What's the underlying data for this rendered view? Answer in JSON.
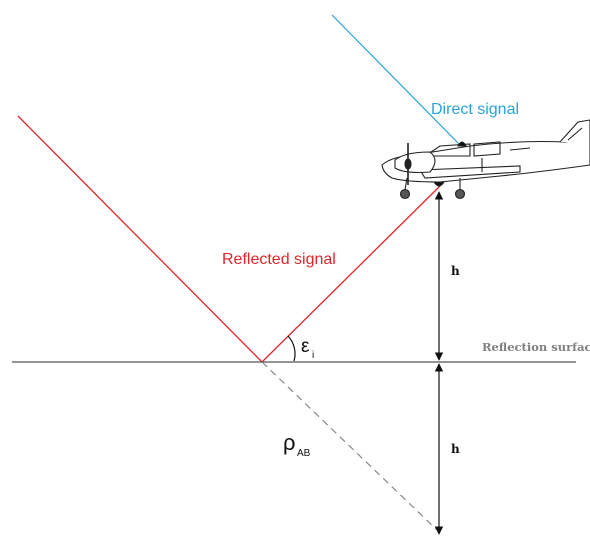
{
  "labels": {
    "direct_signal": "Direct signal",
    "reflected_signal": "Reflected signal",
    "reflection_surface": "Reflection surface",
    "height_upper": "h",
    "height_lower": "h",
    "angle_symbol": "ε",
    "angle_subscript": "i",
    "path_symbol": "ρ",
    "path_subscript": "AB"
  },
  "colors": {
    "direct_signal": "#29a3dc",
    "reflected_signal": "#e0262b",
    "surface_line": "#555555",
    "image_path": "#888888",
    "arrows": "#111111",
    "surface_label": "#808080",
    "aircraft": "#222222"
  },
  "icons": {
    "aircraft": "airplane-icon"
  }
}
